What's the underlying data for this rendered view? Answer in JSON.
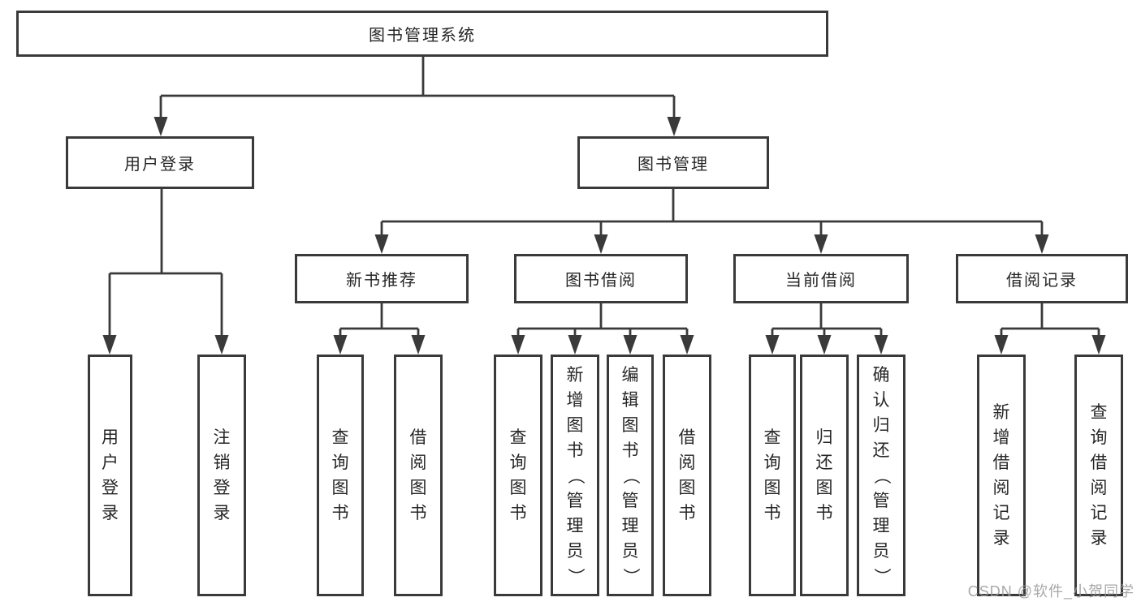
{
  "tree": {
    "root": {
      "label": "图书管理系统"
    },
    "children": [
      {
        "label": "用户登录",
        "children": [
          {
            "label": "用户登录"
          },
          {
            "label": "注销登录"
          }
        ]
      },
      {
        "label": "图书管理",
        "children": [
          {
            "label": "新书推荐",
            "children": [
              {
                "label": "查询图书"
              },
              {
                "label": "借阅图书"
              }
            ]
          },
          {
            "label": "图书借阅",
            "children": [
              {
                "label": "查询图书"
              },
              {
                "label": "新增图书（管理员）"
              },
              {
                "label": "编辑图书（管理员）"
              },
              {
                "label": "借阅图书"
              }
            ]
          },
          {
            "label": "当前借阅",
            "children": [
              {
                "label": "查询图书"
              },
              {
                "label": "归还图书"
              },
              {
                "label": "确认归还（管理员）"
              }
            ]
          },
          {
            "label": "借阅记录",
            "children": [
              {
                "label": "新增借阅记录"
              },
              {
                "label": "查询借阅记录"
              }
            ]
          }
        ]
      }
    ]
  },
  "watermark": {
    "text": "CSDN @软件_小贺同学"
  },
  "colors": {
    "line": "#3a3a3a",
    "text": "#262626",
    "background": "#ffffff",
    "watermark": "#9a9a9a"
  }
}
